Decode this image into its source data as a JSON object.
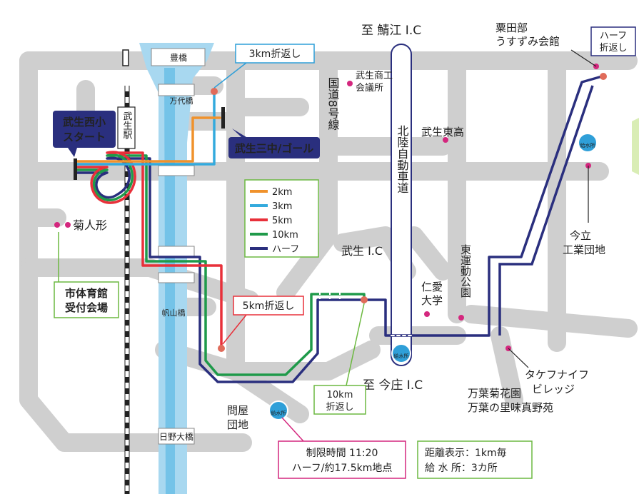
{
  "colors": {
    "road": "#cfcfcf",
    "river": "#a8d8f0",
    "river_dark": "#74c3e8",
    "route_2km": "#f0922c",
    "route_3km": "#33aadd",
    "route_5km": "#e8303a",
    "route_10km": "#1f9a4a",
    "route_half": "#2a2f7e",
    "callout_blue": "#2f9fd8",
    "callout_green": "#6cb940",
    "callout_red": "#e8303a",
    "callout_pink": "#d4277e",
    "start_fill": "#2a2f7e",
    "poi": "#d4277e"
  },
  "labels": {
    "to_sabae": "至 鯖江 I.C",
    "to_imajo": "至 今庄 I.C",
    "route8": "国道8号線",
    "hokuriku": "北陸自動車道",
    "takefu_station": "武生駅",
    "toyohashi": "豊橋",
    "mandaibashi": "万代橋",
    "hanzanbashi": "帆山橋",
    "hinoohashi": "日野大橋",
    "takefu_ic": "武生 I.C",
    "kikuningyo": "菊人形",
    "shoko": [
      "武生商工",
      "会議所"
    ],
    "higashi_high": "武生東高",
    "jinai": [
      "仁愛",
      "大学"
    ],
    "undo_koen": "東運動公園",
    "imadate": [
      "今立",
      "工業団地"
    ],
    "awatabe": [
      "粟田部",
      "うすずみ会館"
    ],
    "takefu_knife": [
      "タケフナイフ",
      "ビレッジ"
    ],
    "manyo": [
      "万葉菊花園",
      "万葉の里味真野苑"
    ],
    "toiya": [
      "問屋",
      "団地"
    ],
    "water": "給水所"
  },
  "callouts": {
    "start": [
      "武生西小",
      "スタート"
    ],
    "goal": "武生三中/ゴール",
    "turn_3km": "3km折返し",
    "turn_5km": "5km折返し",
    "turn_10km": [
      "10km",
      "折返し"
    ],
    "turn_half": [
      "ハーフ",
      "折返し"
    ],
    "reception": [
      "市体育館",
      "受付会場"
    ],
    "time_limit": [
      "制限時間 11:20",
      "ハーフ/約17.5km地点"
    ],
    "info": [
      "距離表示：1km毎",
      "給 水 所：3カ所"
    ]
  },
  "legend": [
    {
      "label": "2km",
      "color": "#f0922c"
    },
    {
      "label": "3km",
      "color": "#33aadd"
    },
    {
      "label": "5km",
      "color": "#e8303a"
    },
    {
      "label": "10km",
      "color": "#1f9a4a"
    },
    {
      "label": "ハーフ",
      "color": "#2a2f7e"
    }
  ]
}
